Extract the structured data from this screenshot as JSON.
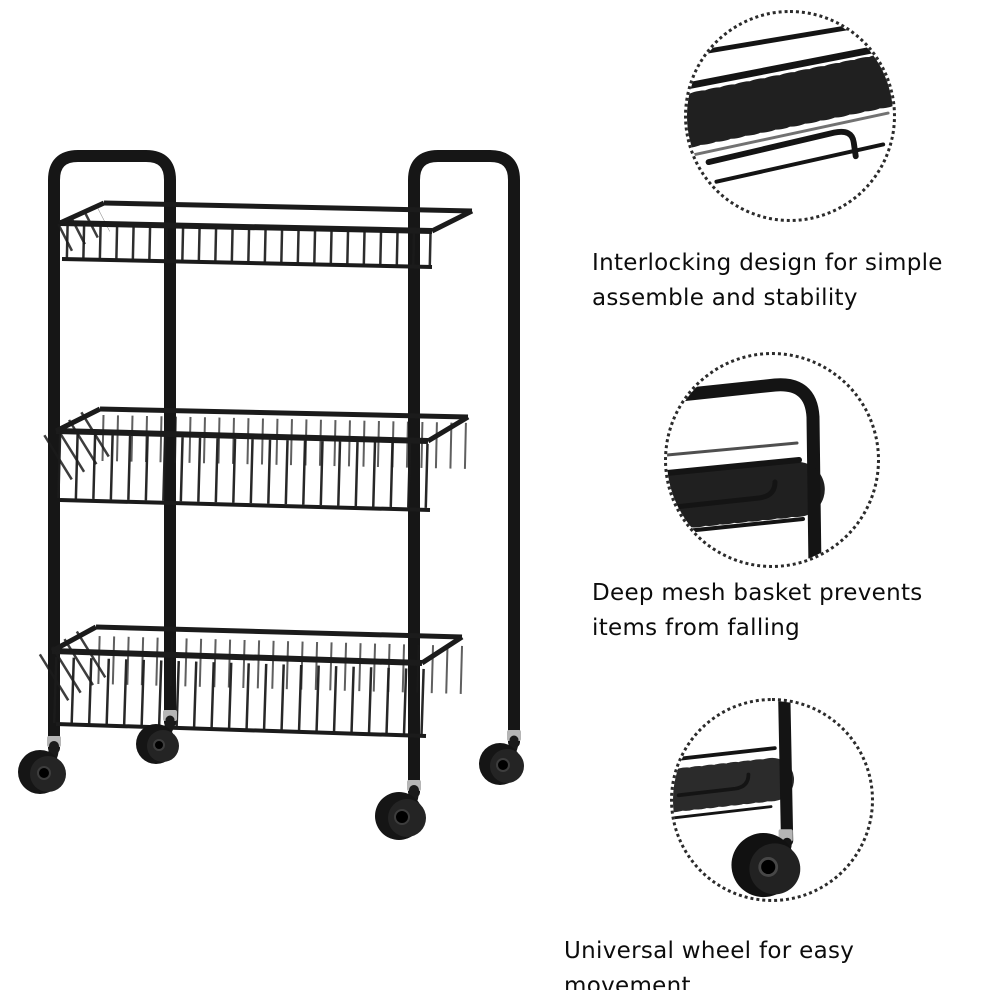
{
  "image": {
    "type": "product-photo",
    "subject": "3-tier black metal mesh rolling utility cart with casters",
    "background_color": "#ffffff",
    "product_color": "#1a1a1a",
    "text_color": "#0c0c0c"
  },
  "callouts": [
    {
      "detail_icon": "mesh-basket-rim-detail",
      "lines": [
        "Interlocking design for simple",
        "assemble and stability"
      ]
    },
    {
      "detail_icon": "deep-basket-frame-detail",
      "lines": [
        "Deep mesh basket prevents",
        "items from falling"
      ]
    },
    {
      "detail_icon": "caster-wheel-detail",
      "lines": [
        "Universal wheel for easy movement"
      ]
    }
  ]
}
